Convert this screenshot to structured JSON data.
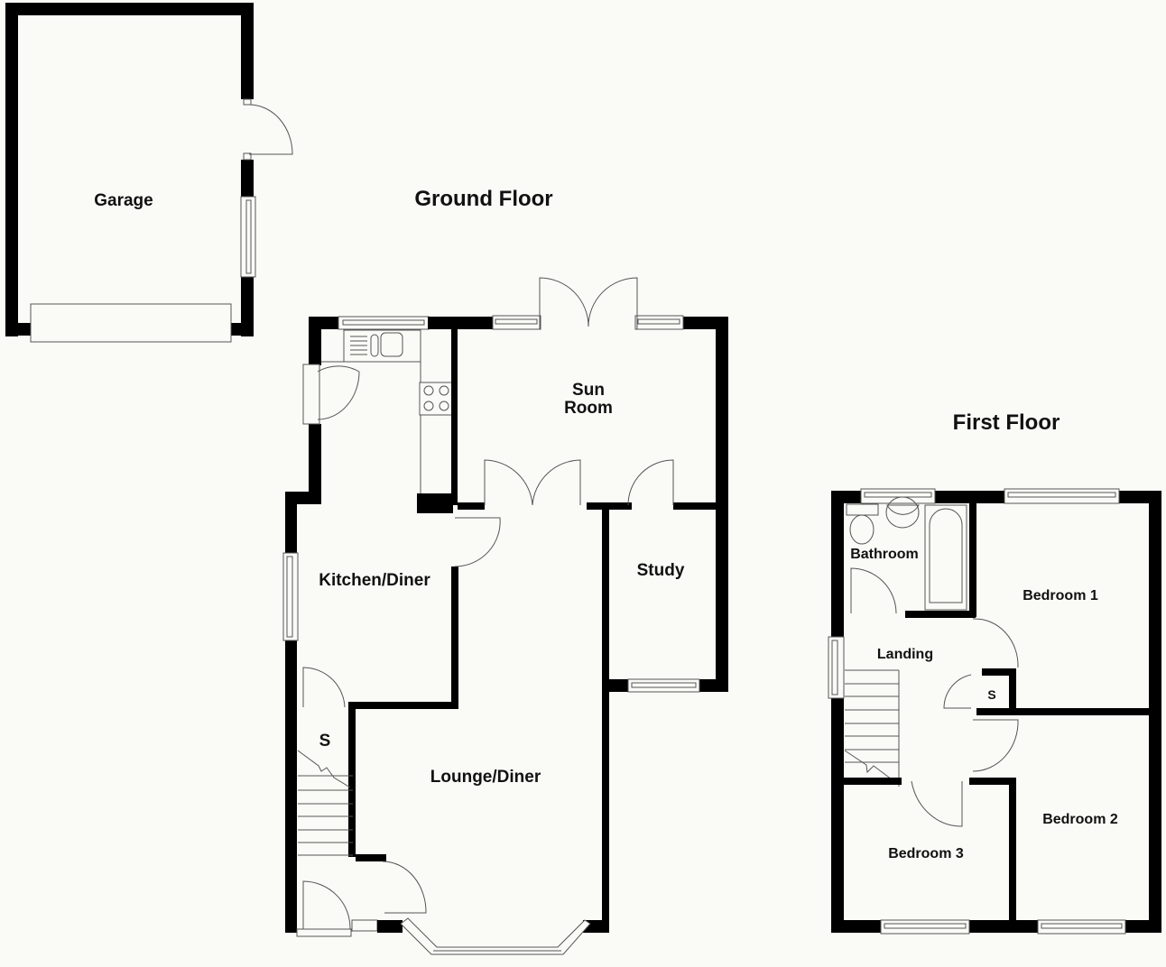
{
  "floors": [
    {
      "name": "ground-floor",
      "title": "Ground Floor"
    },
    {
      "name": "first-floor",
      "title": "First Floor"
    }
  ],
  "rooms": {
    "garage": "Garage",
    "sun_room": "Sun\nRoom",
    "kitchen_diner": "Kitchen/Diner",
    "study": "Study",
    "lounge_diner": "Lounge/Diner",
    "ground_store": "S",
    "bathroom": "Bathroom",
    "landing": "Landing",
    "first_store": "S",
    "bedroom_1": "Bedroom 1",
    "bedroom_2": "Bedroom 2",
    "bedroom_3": "Bedroom 3"
  },
  "colors": {
    "background": "#fafaf7",
    "wall": "#000000",
    "line": "#555555"
  }
}
